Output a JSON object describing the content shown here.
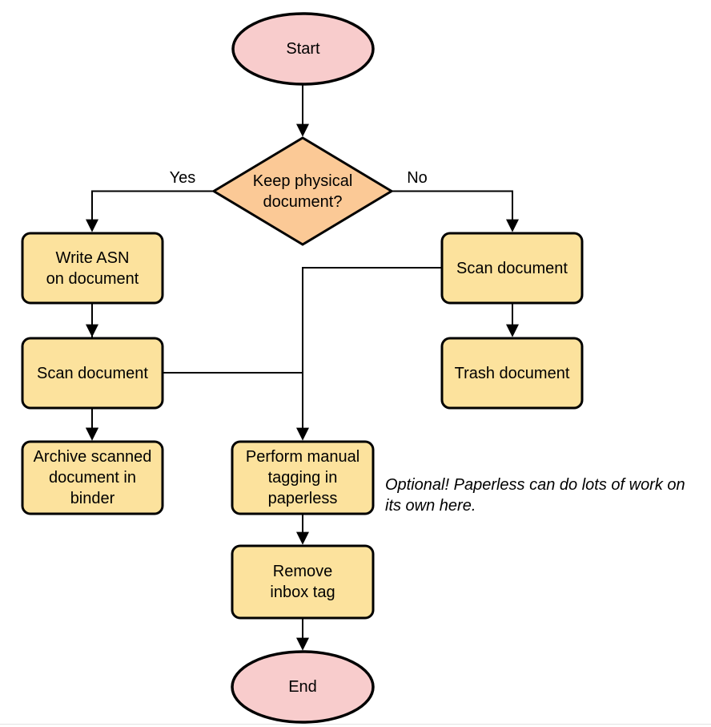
{
  "diagram": {
    "type": "flowchart",
    "colors": {
      "terminal_fill": "#F8CCCC",
      "decision_fill": "#FBC996",
      "process_fill": "#FCE29D",
      "stroke": "#000000"
    },
    "nodes": {
      "start": {
        "label": "Start"
      },
      "decision": {
        "label": "Keep physical\ndocument?"
      },
      "write_asn": {
        "label": "Write ASN\non document"
      },
      "scan_left": {
        "label": "Scan document"
      },
      "archive": {
        "label": "Archive scanned\ndocument in\nbinder"
      },
      "scan_right": {
        "label": "Scan document"
      },
      "trash": {
        "label": "Trash document"
      },
      "tagging": {
        "label": "Perform manual\ntagging in\npaperless"
      },
      "remove_inbox": {
        "label": "Remove\ninbox tag"
      },
      "end": {
        "label": "End"
      }
    },
    "edge_labels": {
      "yes": "Yes",
      "no": "No"
    },
    "note": {
      "text": "Optional! Paperless can do lots of work on\nits own here."
    }
  }
}
